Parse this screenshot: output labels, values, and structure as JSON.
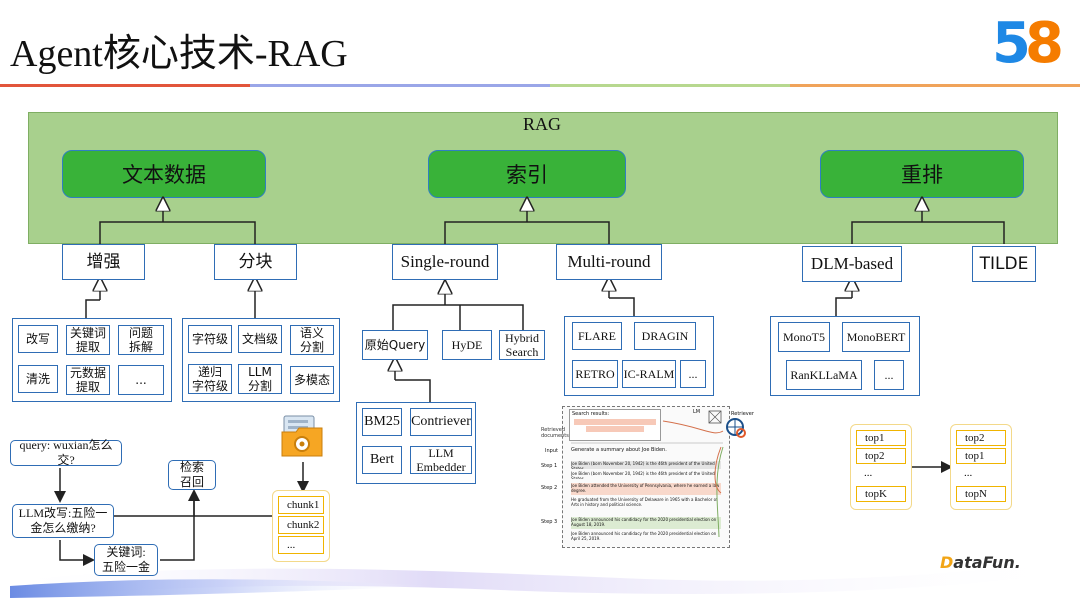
{
  "title": "Agent核心技术-RAG",
  "logo": {
    "d5": "5",
    "d8": "8"
  },
  "rag": {
    "label": "RAG",
    "text_data": "文本数据",
    "index": "索引",
    "rerank": "重排"
  },
  "text_branch": {
    "enhance": "增强",
    "chunk": "分块",
    "enhance_items": [
      "改写",
      "关键词\n提取",
      "问题\n拆解",
      "清洗",
      "元数据\n提取",
      "..."
    ],
    "chunk_items": [
      "字符级",
      "文档级",
      "语义\n分割",
      "递归\n字符级",
      "LLM\n分割",
      "多模态"
    ]
  },
  "index_branch": {
    "single_round": "Single-round",
    "multi_round": "Multi-round",
    "single_items": [
      "原始Query",
      "HyDE",
      "Hybrid\nSearch"
    ],
    "retrievers": [
      "BM25",
      "Contriever",
      "Bert",
      "LLM Embedder"
    ],
    "multi_items": [
      "FLARE",
      "DRAGIN",
      "RETRO",
      "IC-RALM",
      "..."
    ]
  },
  "rerank_branch": {
    "dlm": "DLM-based",
    "tilde": "TILDE",
    "dlm_items": [
      "MonoT5",
      "MonoBERT",
      "RanKLLaMA",
      "..."
    ]
  },
  "flow": {
    "query": "query: wuxian怎么交?",
    "rewrite": "LLM改写:五险一\n金怎么缴纳?",
    "keywords": "关键词:\n五险一金",
    "retrieve": "检索\n召回",
    "chunks": [
      "chunk1",
      "chunk2",
      "..."
    ]
  },
  "topk": {
    "left": [
      "top1",
      "top2",
      "...",
      "topK"
    ],
    "right": [
      "top2",
      "top1",
      "...",
      "topN"
    ]
  },
  "paper_figure": {
    "retrieved_documents": "Retrieved documents",
    "retriever": "Retriever",
    "lm": "LM",
    "input": "Input",
    "input_text": "Generate a summary about Joe Biden.",
    "search_results": "Search results:",
    "steps": [
      "Step 1",
      "Step 2",
      "Step 3"
    ],
    "lines": [
      "Joe Biden (born November 20, 1942) is the 46th president of the United States.",
      "Joe Biden attended the University of Pennsylvania, where he earned a law degree.",
      "He graduated from the University of Delaware in 1965 with a Bachelor of Arts in history and political science.",
      "Joe Biden announced his candidacy for the 2020 presidential election on August 18, 2019.",
      "Joe Biden announced his candidacy for the 2020 presidential election on April 25, 2019."
    ]
  },
  "brand": {
    "d": "D",
    "rest": "ataFun."
  },
  "colors": {
    "rag_bg": "#a8d08d",
    "node_green": "#39b239",
    "border_blue": "#2f6db5",
    "top_yellow": "#f0b400"
  }
}
